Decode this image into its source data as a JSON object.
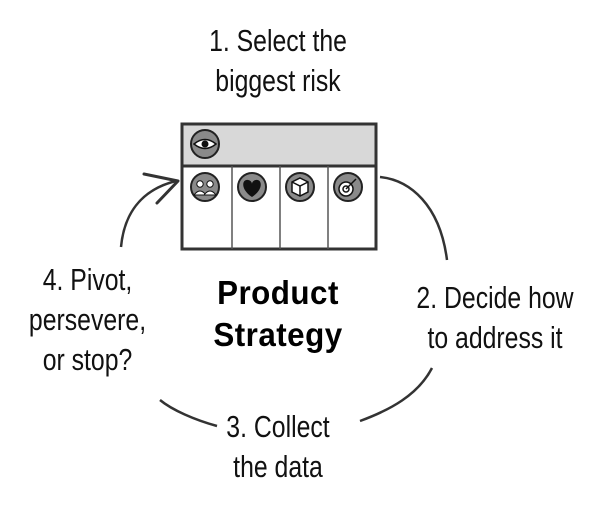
{
  "steps": {
    "step1": [
      "1. Select the",
      "biggest risk"
    ],
    "step2": [
      "2. Decide how",
      "to address it"
    ],
    "step3": [
      "3. Collect",
      "the data"
    ],
    "step4": [
      "4. Pivot,",
      "persevere,",
      "or stop?"
    ]
  },
  "center": {
    "title_line1": "Product",
    "title_line2": "Strategy"
  },
  "card": {
    "header_icon": "eye-icon",
    "column_icons": [
      "users-icon",
      "heart-icon",
      "box-icon",
      "target-icon"
    ],
    "colors": {
      "header_fill": "#d8d8d8",
      "icon_fill": "#8a8a8a",
      "border": "#333333"
    }
  }
}
